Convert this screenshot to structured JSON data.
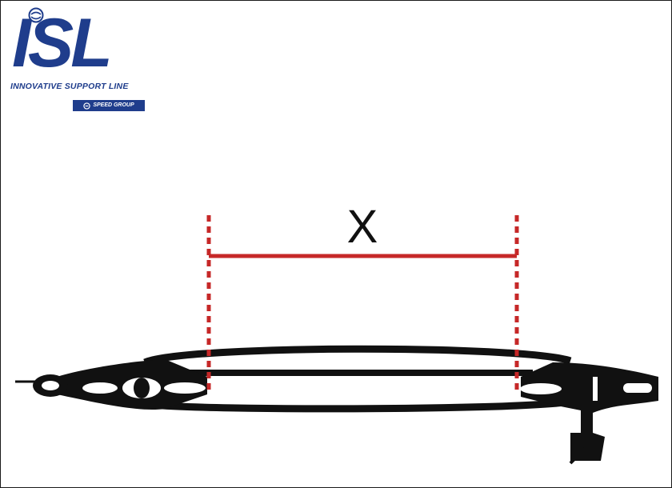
{
  "logo": {
    "letters": "ISL",
    "tagline": "INNOVATIVE SUPPORT LINE",
    "badge_text": "SPEED GROUP",
    "brand_color": "#1f3d8c",
    "icon": "globe-icon"
  },
  "diagram": {
    "measurement_label": "X",
    "measure_color": "#c62828",
    "line_color": "#111111"
  }
}
